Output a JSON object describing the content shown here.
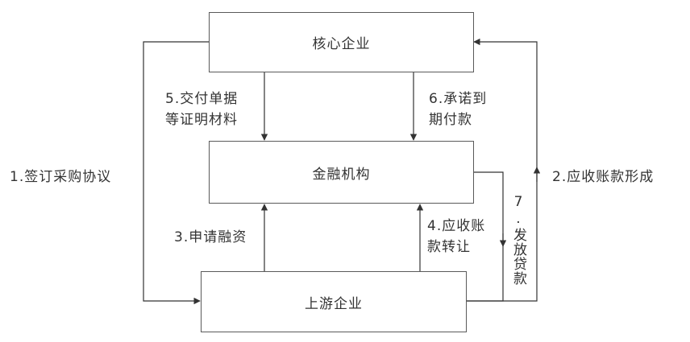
{
  "nodes": {
    "core": "核心企业",
    "finance": "金融机构",
    "upstream": "上游企业"
  },
  "edges": {
    "e1": "1.签订采购协议",
    "e2": "2.应收账款形成",
    "e3": "3.申请融资",
    "e4_line1": "4.应收账",
    "e4_line2": "款转让",
    "e5_line1": "5.交付单据",
    "e5_line2": "等证明材料",
    "e6_line1": "6.承诺到",
    "e6_line2": "期付款",
    "e7": "7.发放贷款"
  },
  "colors": {
    "line": "#333333",
    "box_border": "#5a5a5a",
    "text": "#333333"
  }
}
